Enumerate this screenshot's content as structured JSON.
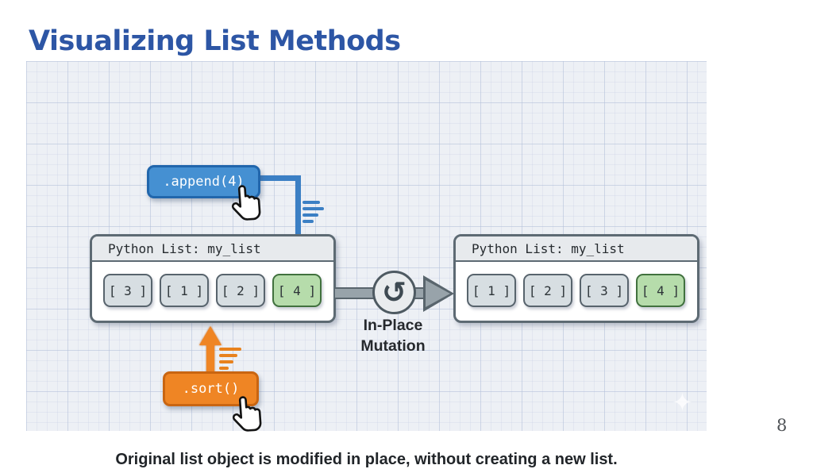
{
  "title": "Visualizing List Methods",
  "page_number": "8",
  "caption": "Original list object is modified in place, without creating a new list.",
  "diagram": {
    "append_button_label": ".append(4)",
    "sort_button_label": ".sort()",
    "mutation_label": {
      "line1": "In-Place",
      "line2": "Mutation"
    },
    "left_panel": {
      "title": "Python List: my_list",
      "items": [
        {
          "label": "[ 3 ]",
          "highlight": false
        },
        {
          "label": "[ 1 ]",
          "highlight": false
        },
        {
          "label": "[ 2 ]",
          "highlight": false
        },
        {
          "label": "[ 4 ]",
          "highlight": true
        }
      ]
    },
    "right_panel": {
      "title": "Python List: my_list",
      "items": [
        {
          "label": "[ 1 ]",
          "highlight": false
        },
        {
          "label": "[ 2 ]",
          "highlight": false
        },
        {
          "label": "[ 3 ]",
          "highlight": false
        },
        {
          "label": "[ 4 ]",
          "highlight": true
        }
      ]
    },
    "icons": {
      "refresh_glyph": "↺",
      "watermark_glyph": "✦"
    },
    "colors": {
      "title_blue": "#2d56a5",
      "append_blue": "#4590d2",
      "append_blue_border": "#2166ac",
      "connector_blue": "#3b7fc4",
      "sort_orange": "#ef8524",
      "sort_orange_border": "#c96511",
      "highlight_green": "#b6dcab",
      "highlight_green_border": "#41713e",
      "cell_gray": "#d7dee2",
      "panel_border": "#5d6a73",
      "arrow_gray": "#98a3aa"
    }
  }
}
